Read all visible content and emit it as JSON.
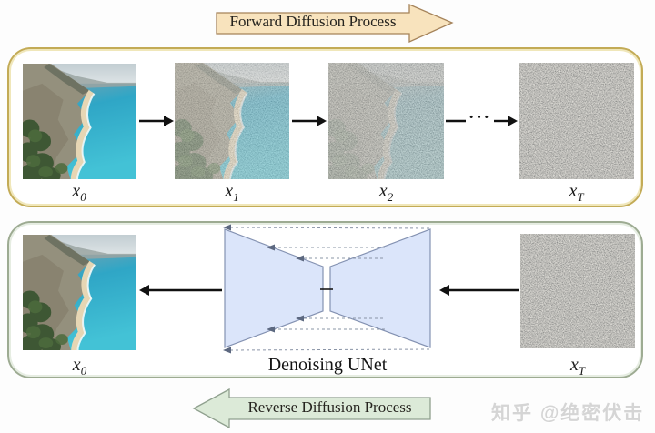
{
  "banners": {
    "forward": {
      "label": "Forward Diffusion Process",
      "fill": "#f8e3bd",
      "stroke": "#a5835a",
      "direction": "right"
    },
    "reverse": {
      "label": "Reverse Diffusion Process",
      "fill": "#dcead8",
      "stroke": "#8fa08e",
      "direction": "left"
    }
  },
  "forward_box": {
    "border_color": "#c3ab56",
    "ellipsis": "···",
    "items": [
      {
        "label_base": "x",
        "label_sub": "0",
        "image": "clear-beach-photo"
      },
      {
        "label_base": "x",
        "label_sub": "1",
        "image": "beach-photo-light-noise"
      },
      {
        "label_base": "x",
        "label_sub": "2",
        "image": "beach-photo-heavy-noise"
      },
      {
        "label_base": "x",
        "label_sub": "T",
        "image": "pure-noise"
      }
    ]
  },
  "reverse_box": {
    "border_color": "#9dab92",
    "unet_label": "Denoising UNet",
    "unet_fill": "#dbe5fa",
    "unet_stroke": "#8492b2",
    "output": {
      "label_base": "x",
      "label_sub": "0",
      "image": "clear-beach-photo"
    },
    "input": {
      "label_base": "x",
      "label_sub": "T",
      "image": "pure-noise"
    }
  },
  "watermark": {
    "text": "知乎 @绝密伏击"
  }
}
